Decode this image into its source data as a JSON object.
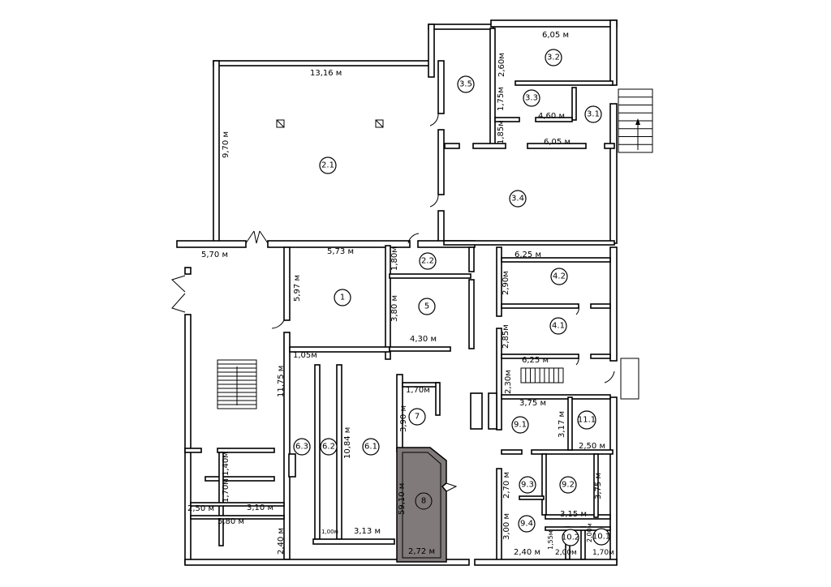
{
  "plan": {
    "rooms": {
      "r2_1": "2.1",
      "r3_5": "3.5",
      "r3_2": "3.2",
      "r3_3": "3.3",
      "r3_1": "3.1",
      "r3_4": "3.4",
      "r2_2": "2.2",
      "r1": "1",
      "r5": "5",
      "r4_2": "4.2",
      "r4_1": "4.1",
      "r7": "7",
      "r11_1": "11.1",
      "r9_1": "9.1",
      "r6_3": "6.3",
      "r6_2": "6.2",
      "r6_1": "6.1",
      "r8": "8",
      "r9_3": "9.3",
      "r9_2": "9.2",
      "r9_4": "9.4",
      "r10_2": "10.2",
      "r10_1": "10.1"
    },
    "dimensions": {
      "d13_16": "13,16 м",
      "d9_70": "9,70 м",
      "d6_05a": "6,05 м",
      "d2_60": "2,60м",
      "d1_75": "1,75м",
      "d4_60": "4,60 м",
      "d1_85": "1,85м",
      "d6_05b": "6,05 м",
      "d5_70": "5,70 м",
      "d5_73": "5,73 м",
      "d5_97": "5,97 м",
      "d1_80": "1,80м",
      "d3_80": "3,80 м",
      "d4_30": "4,30 м",
      "d1_05": "1,05м",
      "d11_75": "11,75 м",
      "d10_84": "10,84 м",
      "d1_70a": "1,70м",
      "d3_90": "3,90 м",
      "d59_10": "59,10 м",
      "d2_72": "2,72 м",
      "d1_40": "1,40м",
      "d1_70b": "1,70м",
      "d2_50a": "2,50 м",
      "d3_10": "3,10 м",
      "d5_80": "5,80 м",
      "d2_40a": "2,40 м",
      "d1_00": "1,00м",
      "d3_13": "3,13 м",
      "d6_25a": "6,25 м",
      "d2_90": "2,90м",
      "d2_85": "2,85м",
      "d6_25b": "6,25 м",
      "d2_30": "2,30м",
      "d3_75a": "3,75 м",
      "d3_17": "3,17 м",
      "d2_50b": "2,50 м",
      "d2_70": "2,70 м",
      "d3_75b": "3,75 м",
      "d3_15": "3,15 м",
      "d3_00": "3,00 м",
      "d1_55": "1,55м",
      "d2_00a": "2,00м",
      "d2_40b": "2,40 м",
      "d2_00b": "2,00м",
      "d1_70c": "1,70м"
    },
    "highlight_color": "#807a7a"
  }
}
